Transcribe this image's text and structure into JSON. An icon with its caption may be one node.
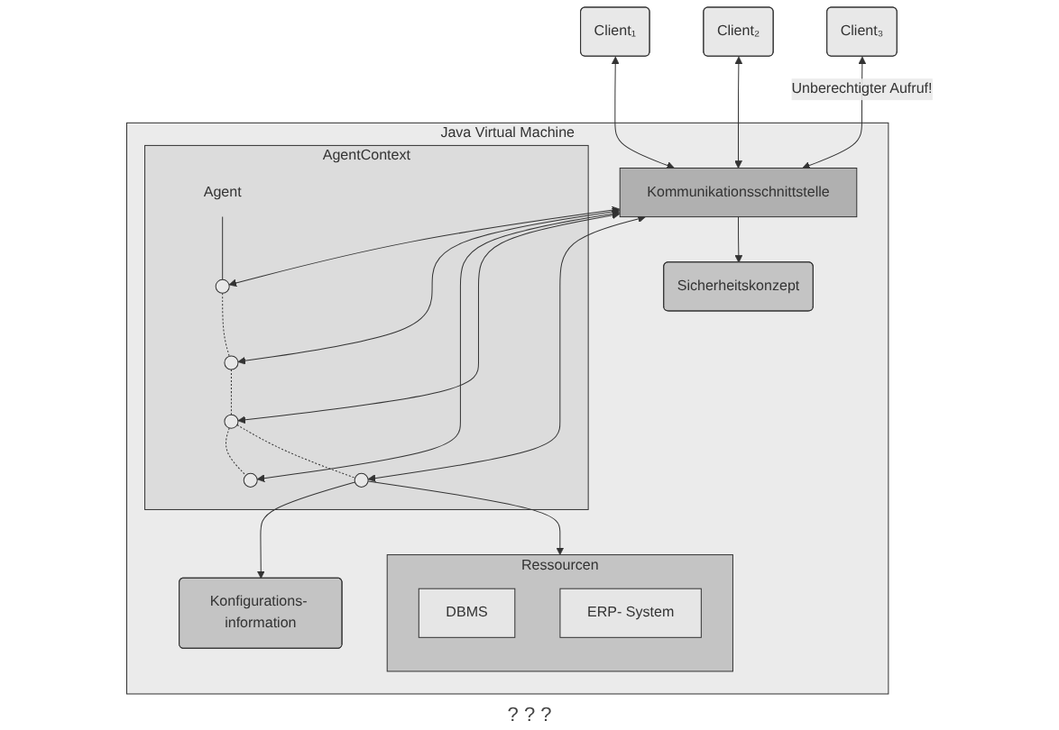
{
  "diagram": {
    "nodes": [
      {
        "text": [
          "Client₁"
        ]
      },
      {
        "text": [
          "Client₂"
        ]
      },
      {
        "text": [
          "Client₃"
        ]
      },
      {
        "text": [
          "Java Virtual Machine"
        ]
      },
      {
        "text": [
          "AgentContext"
        ],
        "in": 3
      },
      {
        "text": [
          "Kommunikationsschnittstelle"
        ],
        "in": 3
      },
      {
        "text": [
          "Agent"
        ],
        "in": 4
      },
      {
        "text": [],
        "shape": "circle",
        "in": 4
      },
      {
        "text": [],
        "shape": "circle",
        "in": 4
      },
      {
        "text": [],
        "shape": "circle",
        "in": 4
      },
      {
        "text": [],
        "shape": "circle",
        "in": 4
      },
      {
        "text": [],
        "shape": "circle",
        "in": 4
      },
      {
        "text": [
          "Sicherheitskonzept"
        ],
        "in": 3
      },
      {
        "text": [
          "Konfigurations- information"
        ],
        "in": 3
      },
      {
        "text": [
          "Ressourcen"
        ],
        "in": 3
      },
      {
        "text": [
          "DBMS"
        ],
        "in": 14
      },
      {
        "text": [
          "ERP- System"
        ],
        "in": 14
      }
    ],
    "edges": [
      {
        "from": 0,
        "to": 5,
        "arrow": "both"
      },
      {
        "from": 1,
        "to": 5,
        "arrow": "both"
      },
      {
        "from": 2,
        "to": 5,
        "arrow": "both",
        "label": "Unberechtigter Aufruf!"
      },
      {
        "from": 5,
        "to": 7,
        "arrow": "both"
      },
      {
        "from": 5,
        "to": 8,
        "arrow": "both"
      },
      {
        "from": 5,
        "to": 9,
        "arrow": "both"
      },
      {
        "from": 5,
        "to": 10,
        "arrow": "both"
      },
      {
        "from": 5,
        "to": 11,
        "arrow": "both"
      },
      {
        "from": 5,
        "to": 12,
        "arrow": "to"
      },
      {
        "from": 11,
        "to": 13,
        "arrow": "to"
      },
      {
        "from": 11,
        "to": 14,
        "arrow": "to"
      },
      {
        "from": 7,
        "to": 8,
        "arrow": "none",
        "style": "dashed"
      },
      {
        "from": 8,
        "to": 10,
        "arrow": "none",
        "style": "dashed"
      },
      {
        "from": 10,
        "to": 9,
        "arrow": "none",
        "style": "dashed"
      },
      {
        "from": 10,
        "to": 11,
        "arrow": "none",
        "style": "dashed"
      },
      {
        "from": 6,
        "to": 7,
        "arrow": "none"
      }
    ],
    "labels": [
      "? ? ?"
    ]
  }
}
